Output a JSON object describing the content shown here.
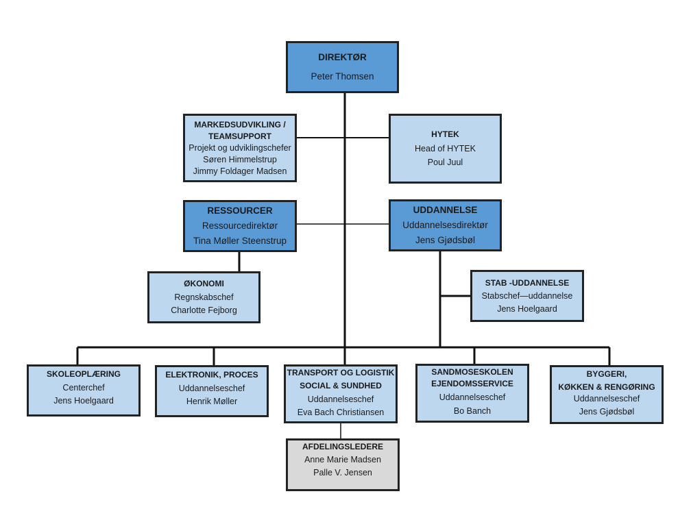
{
  "director": {
    "title": "DIREKTØR",
    "name": "Peter Thomsen"
  },
  "marked": {
    "title1": "MARKEDSUDVIKLING /",
    "title2": "TEAMSUPPORT",
    "role": "Projekt og udviklingschefer",
    "name1": "Søren Himmelstrup",
    "name2": "Jimmy Foldager Madsen"
  },
  "hytek": {
    "title": "HYTEK",
    "role": "Head of HYTEK",
    "name": "Poul Juul"
  },
  "ressourcer": {
    "title": "RESSOURCER",
    "role": "Ressourcedirektør",
    "name": "Tina Møller Steenstrup"
  },
  "uddannelse": {
    "title": "UDDANNELSE",
    "role": "Uddannelsesdirektør",
    "name": "Jens Gjødsbøl"
  },
  "okonomi": {
    "title": "ØKONOMI",
    "role": "Regnskabschef",
    "name": "Charlotte Fejborg"
  },
  "stab": {
    "title": "STAB -UDDANNELSE",
    "role": "Stabschef—uddannelse",
    "name": "Jens Hoelgaard"
  },
  "skole": {
    "title": "SKOLEOPLÆRING",
    "role": "Centerchef",
    "name": "Jens Hoelgaard"
  },
  "elektronik": {
    "title": "ELEKTRONIK, PROCES",
    "role": "Uddannelseschef",
    "name": "Henrik Møller"
  },
  "transport": {
    "title1": "TRANSPORT OG LOGISTIK",
    "title2": "SOCIAL & SUNDHED",
    "role": "Uddannelseschef",
    "name": "Eva Bach Christiansen"
  },
  "sandmose": {
    "title1": "SANDMOSESKOLEN",
    "title2": "EJENDOMSSERVICE",
    "role": "Uddannelseschef",
    "name": "Bo Banch"
  },
  "byggeri": {
    "title1": "BYGGERI,",
    "title2": "KØKKEN & RENGØRING",
    "role": "Uddannelseschef",
    "name": "Jens Gjødsbøl"
  },
  "afdeling": {
    "title": "AFDELINGSLEDERE",
    "name1": "Anne Marie Madsen",
    "name2": "Palle V. Jensen"
  }
}
